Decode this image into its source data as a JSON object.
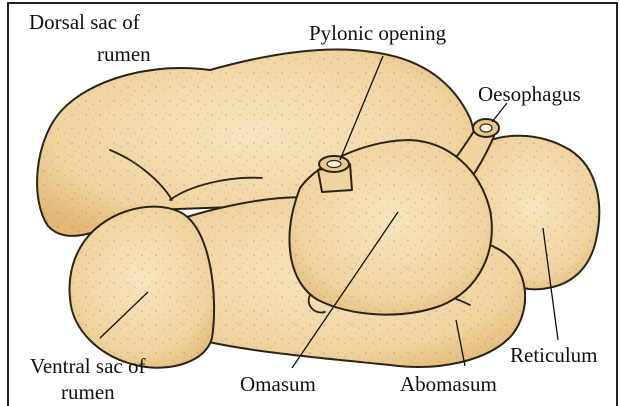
{
  "diagram": {
    "labels": {
      "dorsal_sac_line1": "Dorsal sac of",
      "dorsal_sac_line2": "rumen",
      "pyloric_opening": "Pylonic opening",
      "oesophagus": "Oesophagus",
      "ventral_sac_line1": "Ventral sac of",
      "ventral_sac_line2": "rumen",
      "omasum": "Omasum",
      "abomasum": "Abomasum",
      "reticulum": "Reticulum"
    },
    "colors": {
      "organ_fill": "#f3dcae",
      "organ_shade": "#e7c386",
      "outline": "#2a2418",
      "frame": "#222222",
      "background": "#ffffff"
    }
  }
}
